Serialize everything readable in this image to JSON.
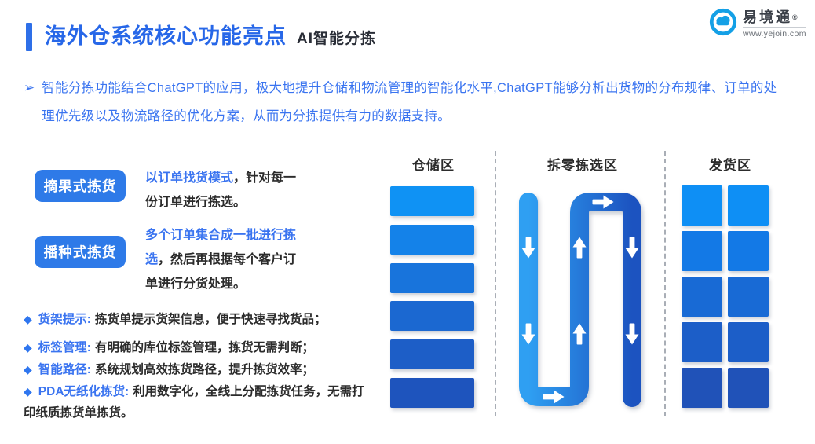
{
  "page": {
    "title": "海外仓系统核心功能亮点",
    "subtitle": "AI智能分拣"
  },
  "logo": {
    "name": "易境通",
    "reg_mark": "®",
    "url": "www.yejoin.com",
    "icon": "cloud-e-logo-icon",
    "brand_color": "#14a0e6"
  },
  "intro": {
    "marker": "➢",
    "text": "智能分拣功能结合ChatGPT的应用，极大地提升仓储和物流管理的智能化水平,ChatGPT能够分析出货物的分布规律、订单的处理优先级以及物流路径的优化方案，从而为分拣提供有力的数据支持。"
  },
  "modes": [
    {
      "button": "摘果式拣货",
      "desc_highlight": "以订单找货模式",
      "desc_rest": "，针对每一份订单进行拣选。"
    },
    {
      "button": "播种式拣货",
      "desc_highlight": "多个订单集合成一批进行拣选",
      "desc_rest": "，然后再根据每个客户订单进行分货处理。"
    }
  ],
  "features": [
    {
      "marker": "◆",
      "label": "货架提示:",
      "text": "拣货单提示货架信息，便于快速寻找货品；"
    },
    {
      "marker": "◆",
      "label": "标签管理:",
      "text": "有明确的库位标签管理，拣货无需判断；"
    },
    {
      "marker": "◆",
      "label": "智能路径:",
      "text": "系统规划高效拣货路径，提升拣货效率；"
    },
    {
      "marker": "◆",
      "label": "PDA无纸化拣货:",
      "text": "利用数字化，全线上分配拣货任务，无需打印纸质拣货单拣货。"
    }
  ],
  "diagram": {
    "zones": [
      {
        "label": "仓储区",
        "type": "shelf-rows",
        "count": 6
      },
      {
        "label": "拆零拣选区",
        "type": "serpentine-path",
        "arrow_flow": [
          "down",
          "down",
          "right",
          "up",
          "up",
          "right",
          "down",
          "down"
        ]
      },
      {
        "label": "发货区",
        "type": "pallet-grid",
        "rows": 5,
        "cols": 2
      }
    ],
    "gradient_start": "#2f9ff2",
    "gradient_end": "#1c53c0"
  },
  "colors": {
    "accent_blue": "#2767e8",
    "body_blue": "#3a74f0",
    "text_dark": "#2b2b2b",
    "button_blue": "#2e7ae8",
    "bar_top": "#0f92f4",
    "bar_bottom": "#1e54bd"
  }
}
